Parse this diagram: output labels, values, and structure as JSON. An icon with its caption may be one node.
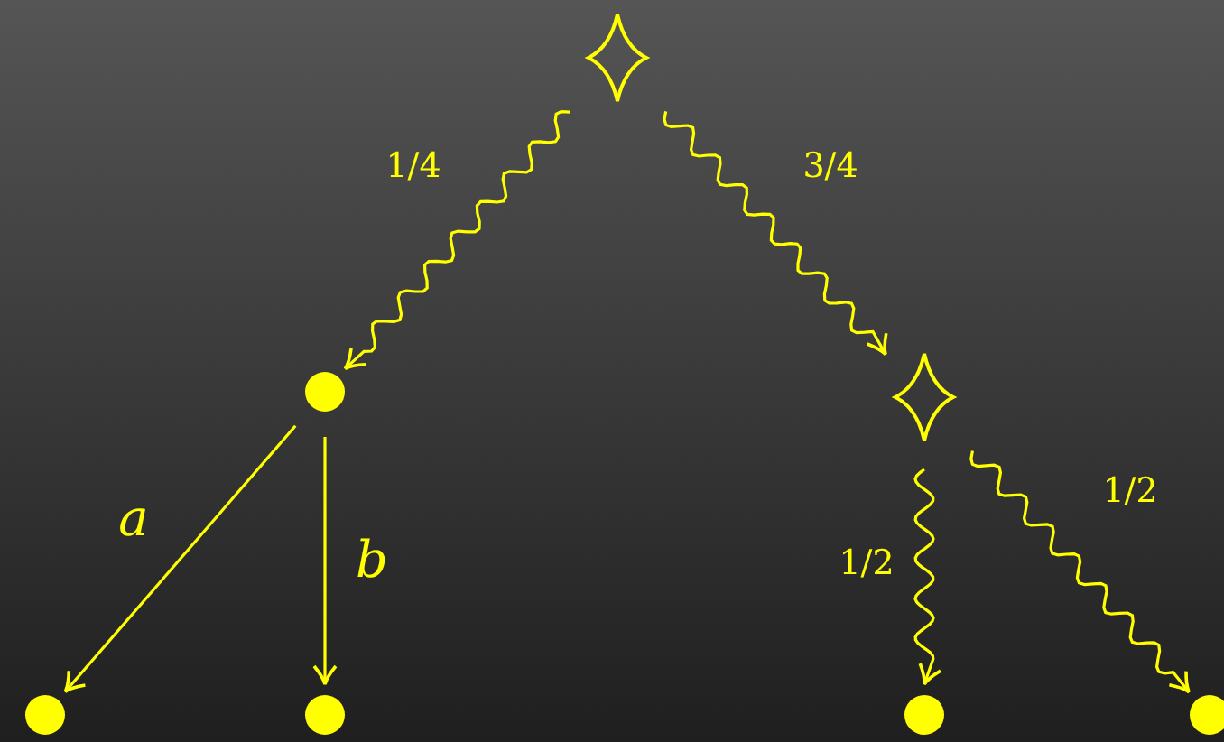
{
  "diagram": {
    "nodes": [
      {
        "text": [],
        "shape": "diamond"
      },
      {
        "text": [],
        "shape": "circle"
      },
      {
        "text": [],
        "shape": "diamond"
      },
      {
        "text": [],
        "shape": "circle"
      },
      {
        "text": [],
        "shape": "circle"
      },
      {
        "text": [],
        "shape": "circle"
      },
      {
        "text": [],
        "shape": "circle"
      }
    ],
    "edges": [
      {
        "from": 0,
        "to": 1,
        "arrow": "to",
        "label": "1/4"
      },
      {
        "from": 0,
        "to": 2,
        "arrow": "to",
        "label": "3/4"
      },
      {
        "from": 1,
        "to": 3,
        "arrow": "to",
        "label": "a"
      },
      {
        "from": 1,
        "to": 4,
        "arrow": "to",
        "label": "b"
      },
      {
        "from": 2,
        "to": 5,
        "arrow": "to",
        "label": "1/2"
      },
      {
        "from": 2,
        "to": 6,
        "arrow": "to",
        "label": "1/2"
      }
    ]
  }
}
